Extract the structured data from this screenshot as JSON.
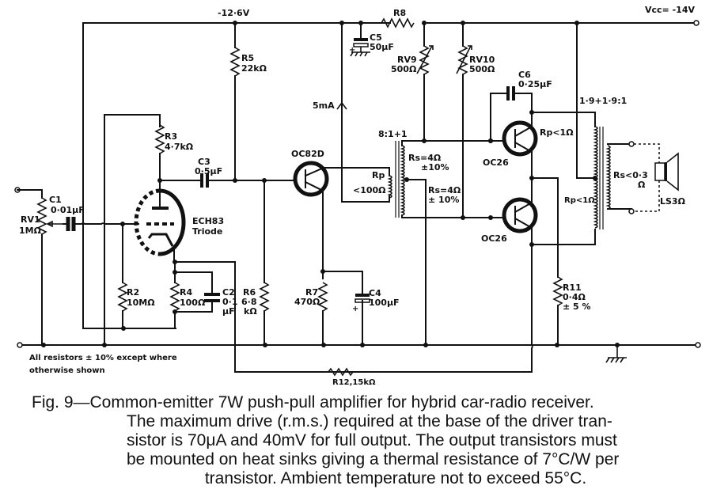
{
  "supply": {
    "rail_label": "-12·6V",
    "vcc_label": "Vcc= -14V"
  },
  "components": {
    "rv1": {
      "ref": "RV1",
      "value": "1MΩ"
    },
    "c1": {
      "ref": "C1",
      "value": "0·01μF"
    },
    "r2": {
      "ref": "R2",
      "value": "10MΩ"
    },
    "r3": {
      "ref": "R3",
      "value": "4·7kΩ"
    },
    "r4": {
      "ref": "R4",
      "value": "100Ω"
    },
    "c2": {
      "ref": "C2",
      "value": "0·1",
      "unit": "μF"
    },
    "c3": {
      "ref": "C3",
      "value": "0·5μF"
    },
    "valve": {
      "type": "ECH83",
      "section": "Triode"
    },
    "r5": {
      "ref": "R5",
      "value": "22kΩ"
    },
    "r6": {
      "ref": "R6",
      "value": "6·8",
      "unit": "kΩ"
    },
    "driver": {
      "type": "OC82D"
    },
    "r7": {
      "ref": "R7",
      "value": "470Ω"
    },
    "c4": {
      "ref": "C4",
      "value": "100μF"
    },
    "c5": {
      "ref": "C5",
      "value": "50μF"
    },
    "r8": {
      "ref": "R8"
    },
    "rv9": {
      "ref": "RV9",
      "value": "500Ω"
    },
    "rv10": {
      "ref": "RV10",
      "value": "500Ω"
    },
    "current": "5mA",
    "t1": {
      "ratio": "8:1+1",
      "rp": "Rp",
      "rp_value": "<100Ω",
      "rs1": "Rs=4Ω",
      "rs1_tol": "±10%",
      "rs2": "Rs=4Ω",
      "rs2_tol": "± 10%"
    },
    "c6": {
      "ref": "C6",
      "value": "0·25μF"
    },
    "q_upper": {
      "type": "OC26"
    },
    "q_lower": {
      "type": "OC26"
    },
    "t2": {
      "ratio": "1·9+1·9:1",
      "rp_upper": "Rp<1Ω",
      "rp_lower": "Rp<1Ω",
      "rs": "Rs<0·3",
      "rs_unit": "Ω"
    },
    "speaker": {
      "label": "LS3Ω"
    },
    "r11": {
      "ref": "R11",
      "value": "0·4Ω",
      "tol": "± 5 %"
    },
    "r12": {
      "label": "R12,15kΩ"
    }
  },
  "note": {
    "line1": "All resistors ± 10% except where",
    "line2": "otherwise shown"
  },
  "caption": {
    "line1": "Fig. 9—Common-emitter 7W push-pull amplifier for hybrid car-radio receiver.",
    "line2": "The maximum drive (r.m.s.) required at the base of the driver tran-",
    "line3": "sistor is 70μA and 40mV for full output. The output transistors must",
    "line4": "be mounted on heat sinks giving a thermal resistance of 7°C/W per",
    "line5": "transistor. Ambient temperature not to exceed 55°C."
  }
}
